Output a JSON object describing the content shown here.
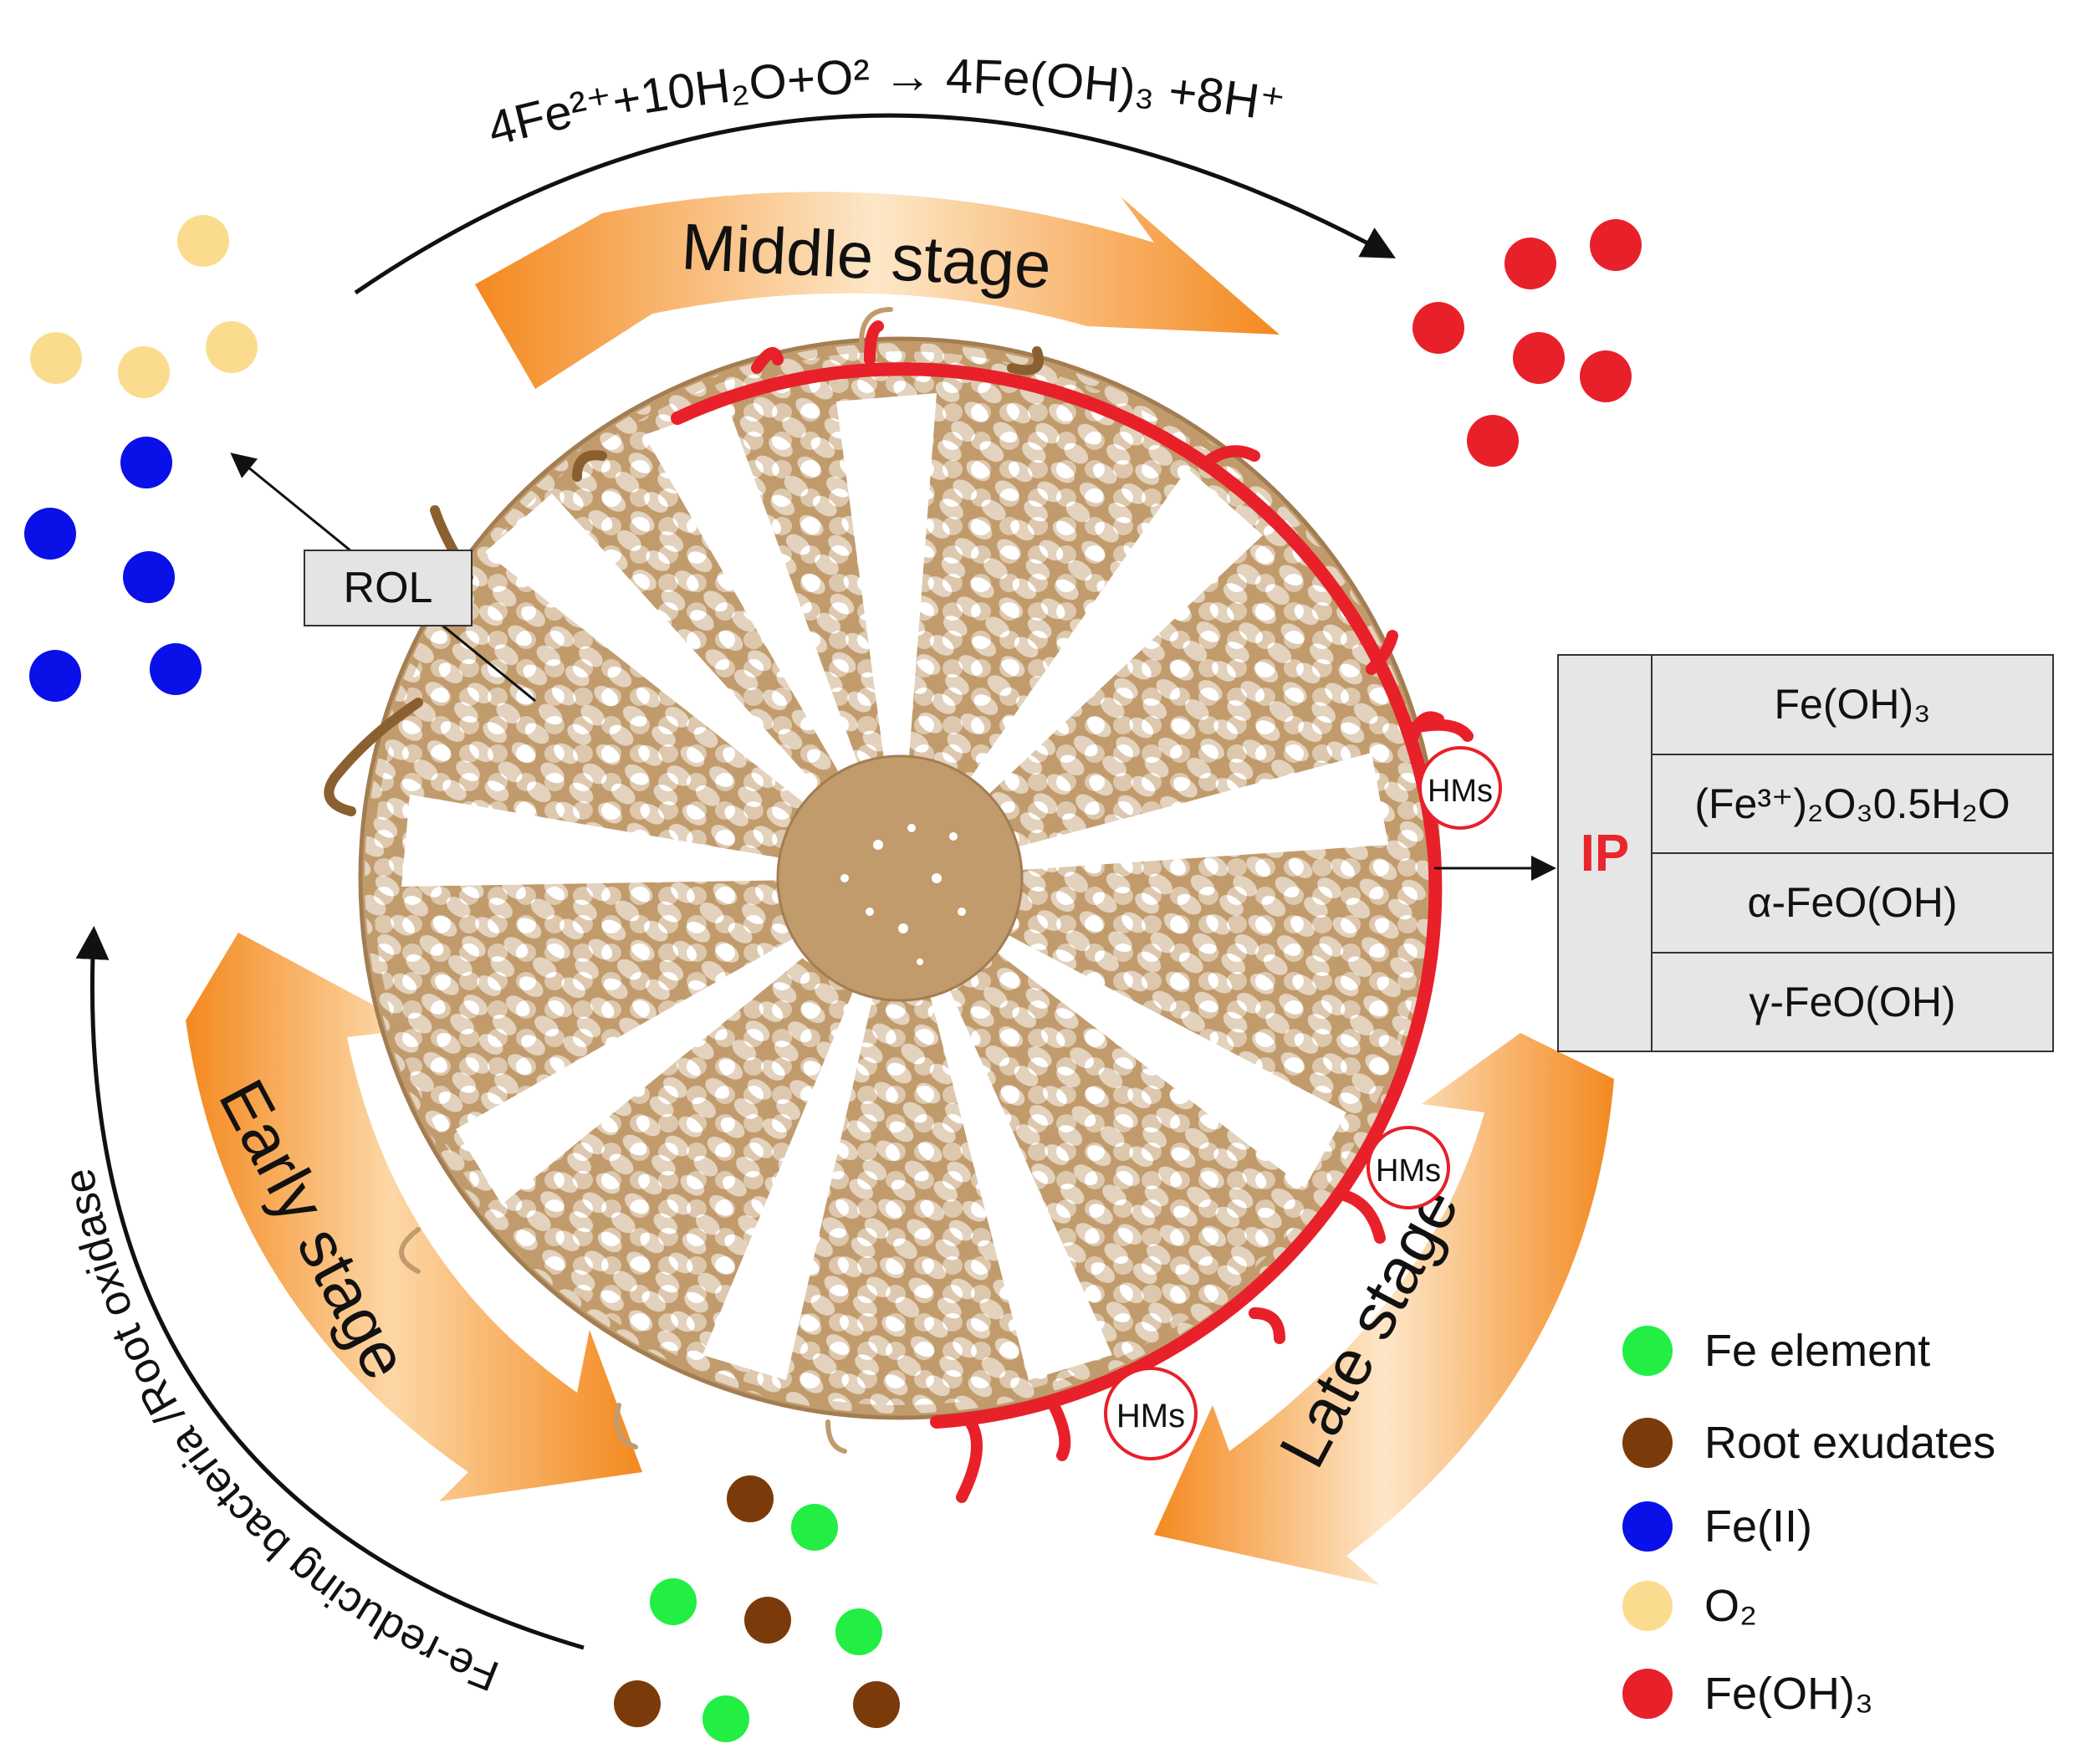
{
  "equation": "4Fe²⁺+10H₂O+O² → 4Fe(OH)₃ +8H⁺",
  "side_annotation": "Fe-reducing bacteria /Root oxidase",
  "stages": {
    "middle": "Middle stage",
    "early": "Early stage",
    "late": "Late stage"
  },
  "rol_label": "ROL",
  "hms_label": "HMs",
  "ip_table": {
    "header": "IP",
    "rows": [
      "Fe(OH)₃",
      "(Fe³⁺)₂O₃0.5H₂O",
      "α-FeO(OH)",
      "γ-FeO(OH)"
    ]
  },
  "legend": [
    {
      "label": "Fe element",
      "color": "#22ee44"
    },
    {
      "label": "Root exudates",
      "color": "#7b3a0a"
    },
    {
      "label": "Fe(II)",
      "color": "#0a10e8"
    },
    {
      "label": "O₂",
      "color": "#fbdc8e"
    },
    {
      "label": "Fe(OH)₃",
      "color": "#e8202a"
    }
  ],
  "colors": {
    "root_tissue": "#c19b6c",
    "iron_plaque": "#e8202a",
    "arrow_orange": "#f4891f",
    "arrow_light": "#fde7c8"
  }
}
